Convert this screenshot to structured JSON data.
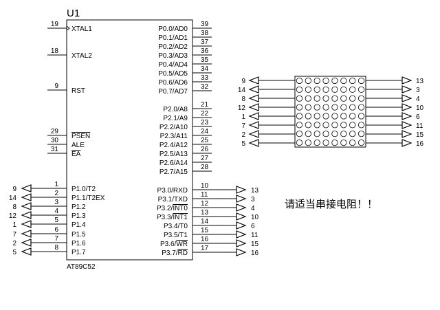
{
  "chip": {
    "ref": "U1",
    "part": "AT89C52",
    "left_pins": [
      {
        "num": "19",
        "label": "XTAL1",
        "clock": true
      },
      {
        "num": "18",
        "label": "XTAL2"
      },
      {
        "num": "9",
        "label": "RST"
      },
      {
        "num": "29",
        "label": "PSEN",
        "overline": true
      },
      {
        "num": "30",
        "label": "ALE"
      },
      {
        "num": "31",
        "label": "EA",
        "overline": true
      },
      {
        "num": "1",
        "label": "P1.0/T2",
        "net": "9"
      },
      {
        "num": "2",
        "label": "P1.1/T2EX",
        "net": "14"
      },
      {
        "num": "3",
        "label": "P1.2",
        "net": "8"
      },
      {
        "num": "4",
        "label": "P1.3",
        "net": "12"
      },
      {
        "num": "5",
        "label": "P1.4",
        "net": "1"
      },
      {
        "num": "6",
        "label": "P1.5",
        "net": "7"
      },
      {
        "num": "7",
        "label": "P1.6",
        "net": "2"
      },
      {
        "num": "8",
        "label": "P1.7",
        "net": "5"
      }
    ],
    "right_pins": [
      {
        "num": "39",
        "label": "P0.0/AD0"
      },
      {
        "num": "38",
        "label": "P0.1/AD1"
      },
      {
        "num": "37",
        "label": "P0.2/AD2"
      },
      {
        "num": "36",
        "label": "P0.3/AD3"
      },
      {
        "num": "35",
        "label": "P0.4/AD4"
      },
      {
        "num": "34",
        "label": "P0.5/AD5"
      },
      {
        "num": "33",
        "label": "P0.6/AD6"
      },
      {
        "num": "32",
        "label": "P0.7/AD7"
      },
      {
        "num": "21",
        "label": "P2.0/A8"
      },
      {
        "num": "22",
        "label": "P2.1/A9"
      },
      {
        "num": "23",
        "label": "P2.2/A10"
      },
      {
        "num": "24",
        "label": "P2.3/A11"
      },
      {
        "num": "25",
        "label": "P2.4/A12"
      },
      {
        "num": "26",
        "label": "P2.5/A13"
      },
      {
        "num": "27",
        "label": "P2.6/A14"
      },
      {
        "num": "28",
        "label": "P2.7/A15"
      },
      {
        "num": "10",
        "label": "P3.0/RXD",
        "net": "13"
      },
      {
        "num": "11",
        "label": "P3.1/TXD",
        "net": "3"
      },
      {
        "num": "12",
        "label": "P3.2/INT0",
        "over": "INT0",
        "net": "4"
      },
      {
        "num": "13",
        "label": "P3.3/INT1",
        "over": "INT1",
        "net": "10"
      },
      {
        "num": "14",
        "label": "P3.4/T0",
        "net": "6"
      },
      {
        "num": "15",
        "label": "P3.5/T1",
        "net": "11"
      },
      {
        "num": "16",
        "label": "P3.6/WR",
        "over": "WR",
        "net": "15"
      },
      {
        "num": "17",
        "label": "P3.7/RD",
        "over": "RD",
        "net": "16"
      }
    ]
  },
  "matrix": {
    "rows": 8,
    "cols": 8,
    "left_nets": [
      "9",
      "14",
      "8",
      "12",
      "1",
      "7",
      "2",
      "5"
    ],
    "right_nets": [
      "13",
      "3",
      "4",
      "10",
      "6",
      "11",
      "15",
      "16"
    ]
  },
  "note": "请适当串接电阻！！"
}
